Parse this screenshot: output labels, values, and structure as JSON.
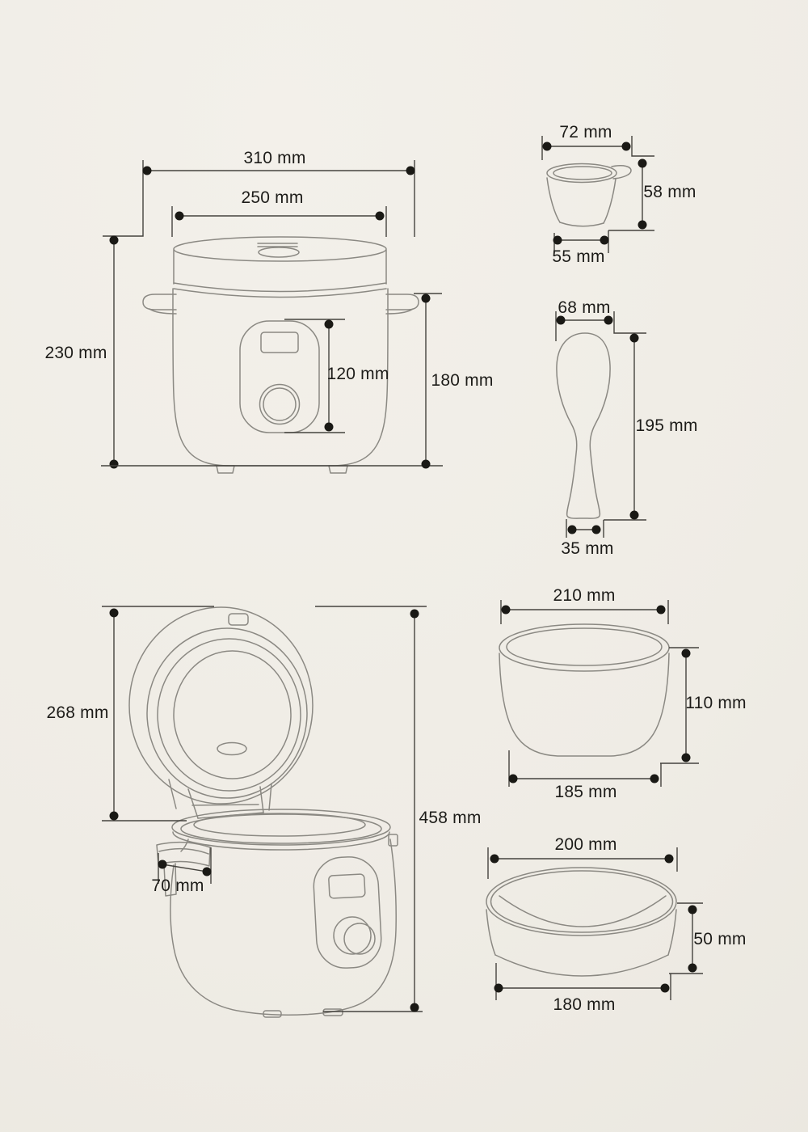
{
  "page": {
    "background": "#efece5"
  },
  "colors": {
    "outline": "#8b8983",
    "dimension_line": "#45433e",
    "dot": "#1a1915",
    "text": "#1d1c19"
  },
  "unit": "mm",
  "figures": [
    {
      "name": "rice-cooker-closed",
      "dims": [
        {
          "name": "overall-width",
          "label": "310 mm"
        },
        {
          "name": "lid-width",
          "label": "250 mm"
        },
        {
          "name": "overall-height",
          "label": "230 mm"
        },
        {
          "name": "control-panel-height",
          "label": "120 mm"
        },
        {
          "name": "body-height",
          "label": "180 mm"
        }
      ]
    },
    {
      "name": "measuring-cup",
      "dims": [
        {
          "name": "top-width",
          "label": "72 mm"
        },
        {
          "name": "height",
          "label": "58 mm"
        },
        {
          "name": "base-width",
          "label": "55 mm"
        }
      ]
    },
    {
      "name": "rice-paddle",
      "dims": [
        {
          "name": "head-width",
          "label": "68 mm"
        },
        {
          "name": "length",
          "label": "195 mm"
        },
        {
          "name": "handle-width",
          "label": "35 mm"
        }
      ]
    },
    {
      "name": "rice-cooker-open",
      "dims": [
        {
          "name": "lid-height",
          "label": "268 mm"
        },
        {
          "name": "total-height",
          "label": "458 mm"
        },
        {
          "name": "handle-width",
          "label": "70 mm"
        }
      ]
    },
    {
      "name": "inner-pot",
      "dims": [
        {
          "name": "top-width",
          "label": "210 mm"
        },
        {
          "name": "height",
          "label": "110 mm"
        },
        {
          "name": "base-width",
          "label": "185 mm"
        }
      ]
    },
    {
      "name": "steam-basket",
      "dims": [
        {
          "name": "top-width",
          "label": "200 mm"
        },
        {
          "name": "height",
          "label": "50 mm"
        },
        {
          "name": "base-width",
          "label": "180 mm"
        }
      ]
    }
  ]
}
